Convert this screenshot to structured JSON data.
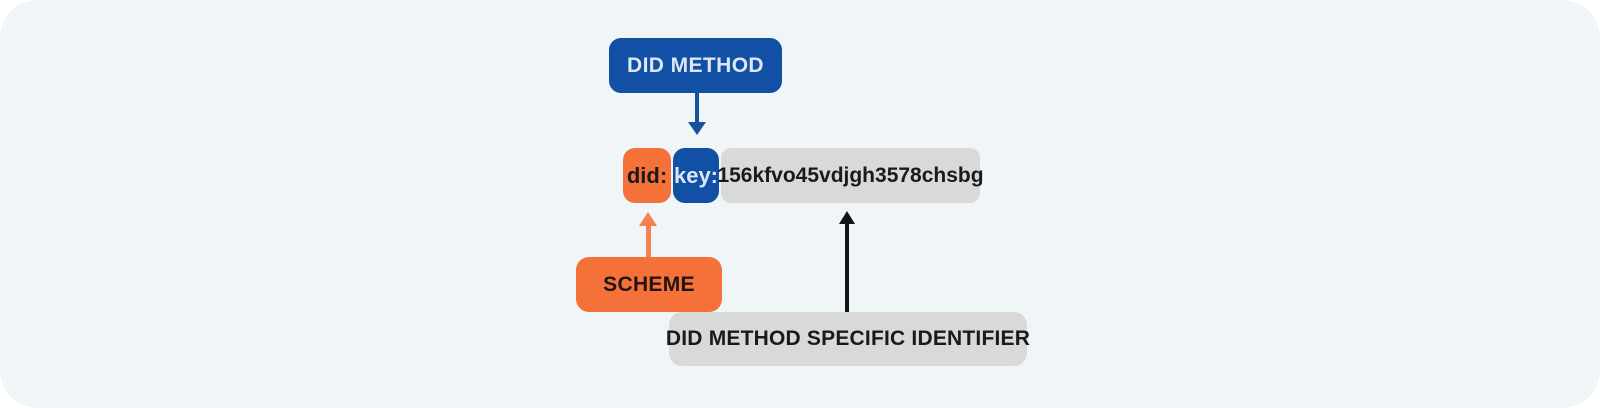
{
  "page": {
    "background": "#ffffff",
    "card_background": "#f0f5f8"
  },
  "colors": {
    "blue": "#1150a5",
    "orange": "#f4723a",
    "gray": "#d9d9d9",
    "dark_text": "#1a1a1a",
    "light_text": "#dde6f5",
    "blue_arrow": "#14529e",
    "orange_arrow": "#f58050",
    "black_arrow": "#141414",
    "card_background": "#f0f5f8"
  },
  "labels": {
    "did_method": "DID METHOD",
    "scheme": "SCHEME",
    "did_method_specific_identifier": "DID METHOD SPECIFIC IDENTIFIER"
  },
  "did": {
    "scheme_segment": "did:",
    "method_segment": "key:",
    "identifier_segment": "156kfvo45vdjgh3578chsbg"
  }
}
